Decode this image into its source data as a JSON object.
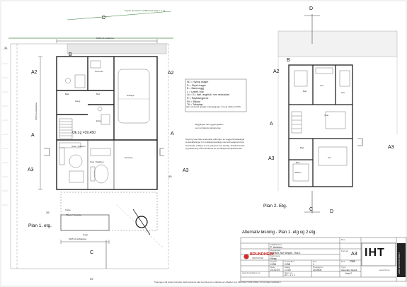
{
  "sheet": {
    "top_note": "Tegnet utensat for vedlikehold iadlg 3, 4 og",
    "bottom_note": "Tegningen må verken helt eller delvis kopieres eller benyttes som utførelse av arbeider som ARKITEKTKONTORET IHT AS ikke medvirker i."
  },
  "plan1": {
    "title": "Plan 1. etg.",
    "width_dim": "1080 på deltakelse",
    "bottom_dim": "6205 på deltakelse",
    "side_dim": "1080 på deltakelse",
    "area": "Ok.t.g =39,450",
    "rooms": [
      "Bad",
      "Soverom",
      "Gang",
      "Garasje",
      "Bod",
      "Entre",
      "Stue / Kjøkken",
      "Terrasse",
      "Tørke",
      "Stue / Kjøkken",
      "Tilbyg / Veranda",
      "Hage"
    ],
    "grid": {
      "a2_left": "A2",
      "a_left": "A",
      "a3_left": "A3",
      "b": "B",
      "c": "C",
      "d": "D",
      "n39": "39",
      "n40": "40",
      "n41": "41",
      "n39b": "39",
      "h_A2": "A2",
      "h_A3": "A3",
      "h_A": "A"
    }
  },
  "plan2": {
    "title": "Plan 2. Etg.",
    "grid": {
      "a2": "A2",
      "a": "A",
      "a3": "A3",
      "a3b": "A3",
      "b": "B",
      "c": "C",
      "d": "D"
    },
    "rooms": [
      "Bad",
      "Sov",
      "Sov",
      "Bad",
      "Stue",
      "Sov",
      "Bod",
      "Walk-in"
    ]
  },
  "legend": {
    "items": [
      "SD = Synlig drager",
      "D = Skjult drager",
      "B = Bæreveggj",
      "L = Lysfelt i tak",
      "Ls = 0,1 dørl. angitt jfr. rom vinduskart",
      "R = Røykdørgjerde",
      "Rh = Radon",
      "TA = Takavløp"
    ],
    "note": "Alle romsnivå oppgitt i planlegginger er kote ioDbrei (NTA)",
    "note2": "Byggingen har byggningsløsn",
    "note3": "som er ikkevis nabogrense",
    "paragraph": [
      "Tegning viser ikke eventuelle utforinger av vegger/innkassinger",
      "av kanalføringer for ventilasjonsanlegg med varmegjenvinning.",
      "Eventuelle veldiser er kun plassert som forslag. Antall størrelse",
      "og plassering må kontrolleres av ventilasjonsprosjektørende."
    ]
  },
  "title_block": {
    "heading": "Alternativ løsning - Plan 1. etg og 2.etg.",
    "tiltakshaver_label": "Tiltakshaver",
    "tiltakshaver": "P. Undhem",
    "byggested_label": "Byggested",
    "byggested": "Gnr/Bnr, Nr2 Kleppe - Hus 2",
    "kommune_label": "Kommune",
    "kommune": "Klepp",
    "tegnet_label": "Tegnet",
    "tegnet": "H.BB",
    "kontrollert_label": "Kontrollert",
    "kontrollert": "H.BB",
    "dato_label": "Dato",
    "dato": "24.02.20",
    "skala_label": "Skala",
    "skala": "1:100",
    "prosj_label": "Prosjekt nr.",
    "prosj": "20-0004",
    "tegn_label": "Tegn. nr.",
    "tegn": "A1 - 1 1 1",
    "rev_label": "Rev.",
    "rev": "",
    "format_label": "Format",
    "format": "A3",
    "bnr_label": "B.nr",
    "bnr": "2388",
    "type_label": "Type",
    "type": "Alternativ 1plan2",
    "hus": "Hus 2",
    "ed_label": "E/nr",
    "ed": "1",
    "firm": "BRUNDHEIM",
    "firm_sub": "ARKITEKTER",
    "web": "www.brundheim.no",
    "logo": "IHT",
    "logo_side": "ARKITEKTKONTORET",
    "web2": "www.iht.no"
  }
}
